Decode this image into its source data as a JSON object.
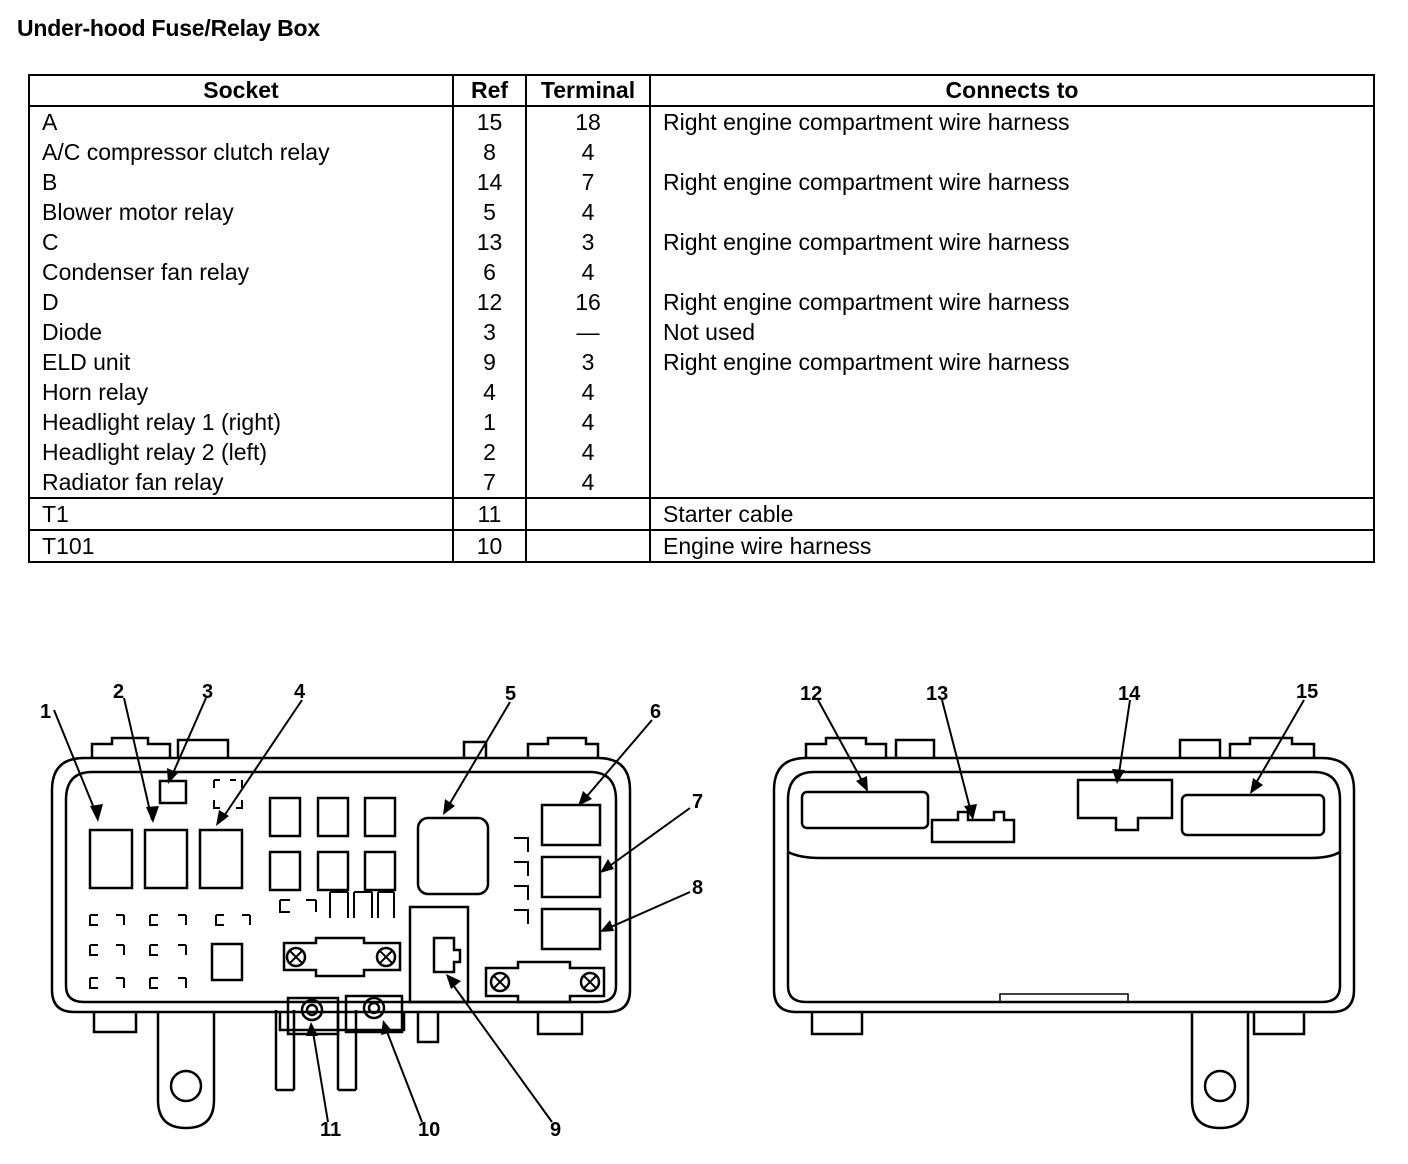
{
  "title": "Under-hood Fuse/Relay Box",
  "table": {
    "headers": [
      "Socket",
      "Ref",
      "Terminal",
      "Connects to"
    ],
    "rows": [
      {
        "socket": "A",
        "ref": "15",
        "terminal": "18",
        "connects": "Right engine compartment wire harness"
      },
      {
        "socket": "A/C compressor clutch relay",
        "ref": "8",
        "terminal": "4",
        "connects": ""
      },
      {
        "socket": "B",
        "ref": "14",
        "terminal": "7",
        "connects": "Right engine compartment wire harness"
      },
      {
        "socket": "Blower motor relay",
        "ref": "5",
        "terminal": "4",
        "connects": ""
      },
      {
        "socket": "C",
        "ref": "13",
        "terminal": "3",
        "connects": "Right engine compartment wire harness"
      },
      {
        "socket": "Condenser fan relay",
        "ref": "6",
        "terminal": "4",
        "connects": ""
      },
      {
        "socket": "D",
        "ref": "12",
        "terminal": "16",
        "connects": "Right engine compartment wire harness"
      },
      {
        "socket": "Diode",
        "ref": "3",
        "terminal": "—",
        "connects": "Not used"
      },
      {
        "socket": "ELD unit",
        "ref": "9",
        "terminal": "3",
        "connects": "Right engine compartment wire harness"
      },
      {
        "socket": "Horn relay",
        "ref": "4",
        "terminal": "4",
        "connects": ""
      },
      {
        "socket": "Headlight relay 1 (right)",
        "ref": "1",
        "terminal": "4",
        "connects": ""
      },
      {
        "socket": "Headlight relay 2 (left)",
        "ref": "2",
        "terminal": "4",
        "connects": ""
      },
      {
        "socket": "Radiator fan relay",
        "ref": "7",
        "terminal": "4",
        "connects": ""
      },
      {
        "socket": "T1",
        "ref": "11",
        "terminal": "",
        "connects": "Starter cable"
      },
      {
        "socket": "T101",
        "ref": "10",
        "terminal": "",
        "connects": "Engine wire harness"
      }
    ]
  },
  "diagram_labels": {
    "l1": "1",
    "l2": "2",
    "l3": "3",
    "l4": "4",
    "l5": "5",
    "l6": "6",
    "l7": "7",
    "l8": "8",
    "l9": "9",
    "l10": "10",
    "l11": "11",
    "l12": "12",
    "l13": "13",
    "l14": "14",
    "l15": "15"
  }
}
